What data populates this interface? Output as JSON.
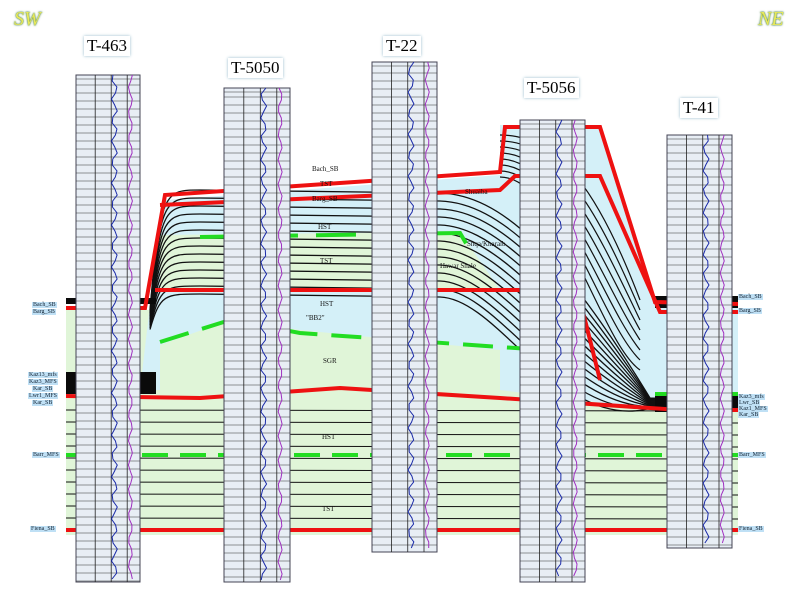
{
  "orientation": {
    "left": "SW",
    "right": "NE"
  },
  "wells": [
    "T-463",
    "T-5050",
    "T-22",
    "T-5056",
    "T-41"
  ],
  "left_markers": [
    "Bach_SB",
    "Barg_SB",
    "Kaz13_mfs",
    "Kaz3_MFS",
    "Kar_SB",
    "Lwr1_MFS",
    "Kar_SB",
    "Barr_MFS",
    "Fiena_SB"
  ],
  "right_markers": [
    "Bach_SB",
    "Barg_SB",
    "Kaz3_mfs",
    "Lwr_SB",
    "Kaz1_MFS",
    "Kar_SB",
    "Barr_MFS",
    "Fiena_SB"
  ],
  "interior_labels": {
    "top_sb": "Bach_SB",
    "top_sst": "TST",
    "barg": "Barg_SB",
    "shuaiba": "Shuaiba",
    "hst1": "HST",
    "tst1": "TST",
    "hawar": "Hawar Shale",
    "shqa": "Shqa/Kharaib",
    "hst2": "HST",
    "bb2": "\"BB2\"",
    "sgr": "SGR",
    "hst3": "HST",
    "tst3": "TST"
  },
  "colors": {
    "sb": "#ee1111",
    "mfs": "#22dd22",
    "blue_fill": "#d4f0f8",
    "green_fill": "#e0f5d8"
  }
}
